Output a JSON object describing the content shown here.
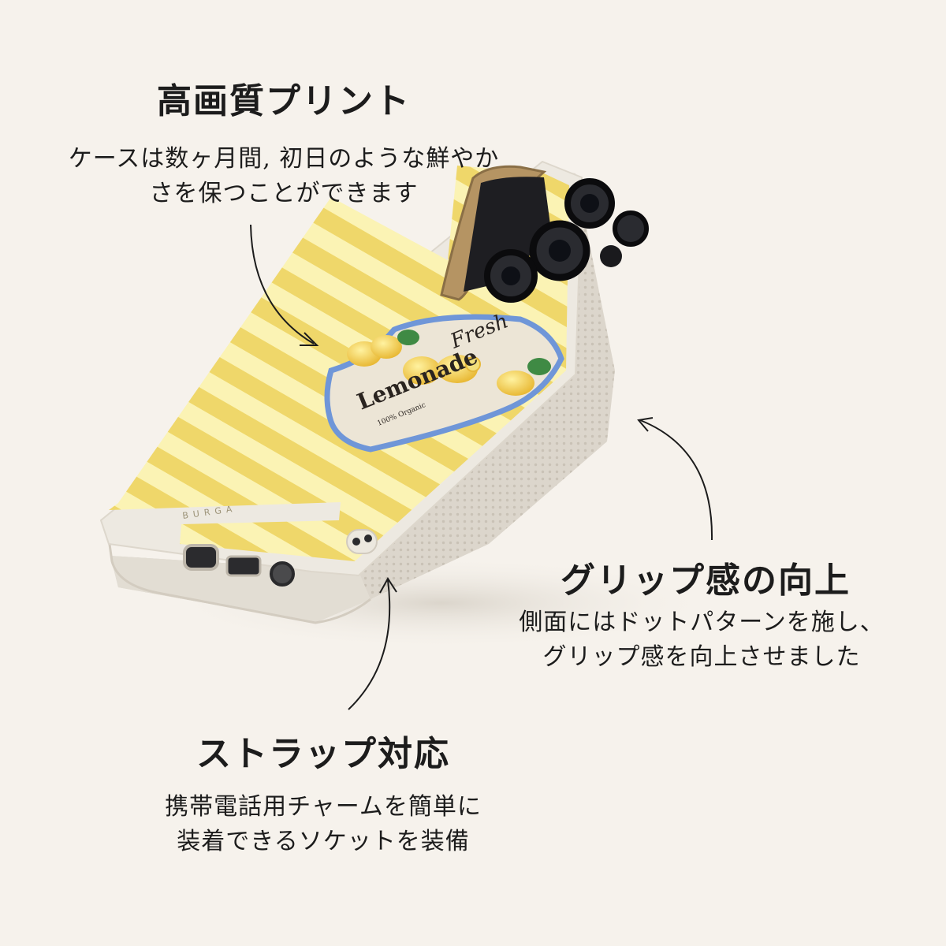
{
  "features": [
    {
      "heading": "高画質プリント",
      "lines": [
        "ケースは数ヶ月間, 初日のような鮮やか",
        "さを保つことができます"
      ]
    },
    {
      "heading": "グリップ感の向上",
      "lines": [
        "側面にはドットパターンを施し、",
        "グリップ感を向上させました"
      ]
    },
    {
      "heading": "ストラップ対応",
      "lines": [
        "携帯電話用チャームを簡単に",
        "装着できるソケットを装備"
      ]
    }
  ],
  "product": {
    "brand": "BURGA",
    "label_line1": "Fresh",
    "label_line2": "Lemonade",
    "label_line3": "100% Organic"
  },
  "colors": {
    "background": "#f6f2ec",
    "stripe_dark": "#efd76a",
    "stripe_light": "#fbf3b4",
    "case_body": "#e6e1d8",
    "label_border": "#6f96d8",
    "label_fill": "#ece5d6"
  }
}
